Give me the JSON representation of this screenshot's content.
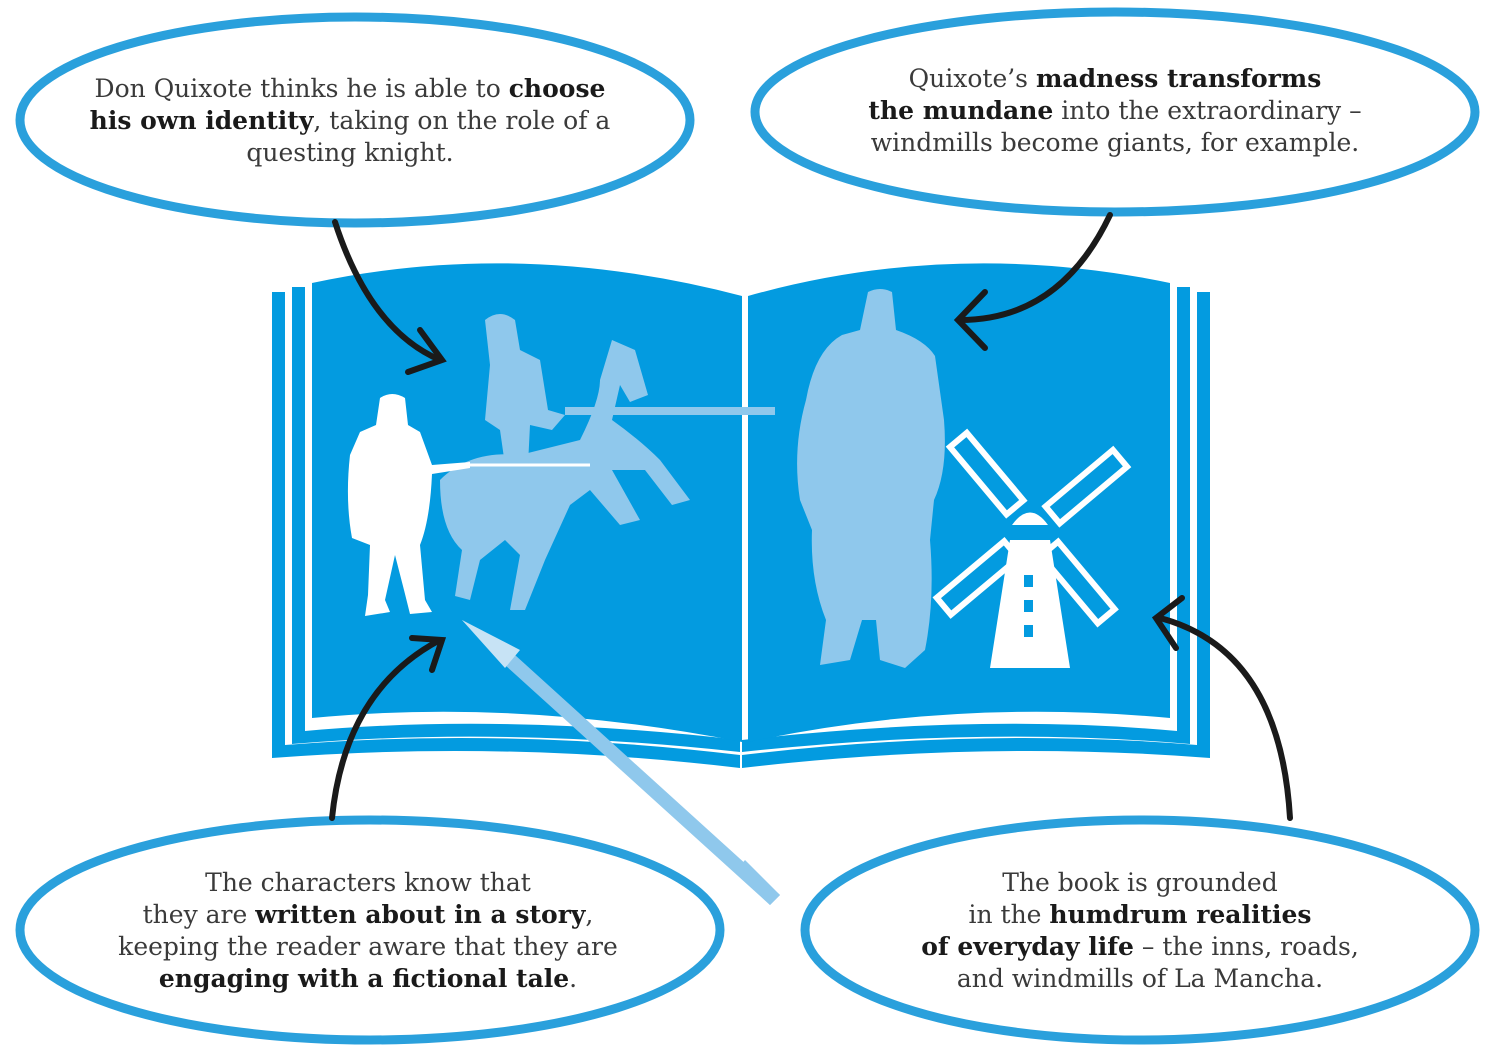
{
  "colors": {
    "book_blue": "#039be0",
    "ring_blue": "#2aa0dc",
    "figure_light": "#8fc8ec",
    "figure_white": "#ffffff",
    "arrow": "#1a1a1a",
    "text": "#3a3a3a"
  },
  "illustration": {
    "book": "open-book",
    "left_page_figures": [
      "man-with-pen-silhouette",
      "armored-knight-on-rearing-horse"
    ],
    "right_page_figures": [
      "giant-silhouette",
      "windmill"
    ],
    "overlay": "fountain-pen"
  },
  "callouts": {
    "top_left": {
      "l1_a": "Don Quixote thinks he is able to ",
      "l1_b": "choose",
      "l2_a": "his own identity",
      "l2_b": ", taking on the role of a",
      "l3": "questing knight."
    },
    "top_right": {
      "l1_a": "Quixote’s ",
      "l1_b": "madness transforms",
      "l2_a": "the mundane",
      "l2_b": " into the extraordinary –",
      "l3": "windmills become giants, for example."
    },
    "bottom_left": {
      "l1": "The characters know that",
      "l2_a": "they are ",
      "l2_b": "written about in a story",
      "l2_c": ",",
      "l3": "keeping the reader aware that they are",
      "l4_a": "engaging with a fictional tale",
      "l4_b": "."
    },
    "bottom_right": {
      "l1": "The book is grounded",
      "l2_a": "in the ",
      "l2_b": "humdrum realities",
      "l3_a": "of everyday life",
      "l3_b": " – the inns, roads,",
      "l4": "and windmills of La Mancha."
    }
  }
}
